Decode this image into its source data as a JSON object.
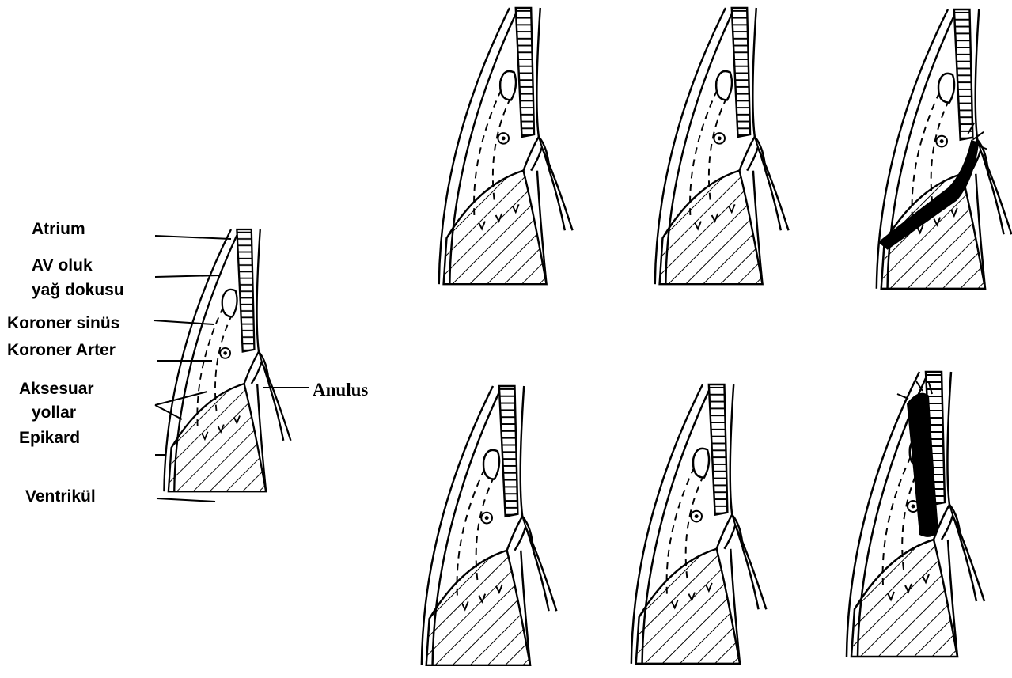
{
  "labels": {
    "atrium": "Atrium",
    "av_oluk": "AV oluk",
    "yag_dokusu": "yağ dokusu",
    "koroner_sinus": "Koroner sinüs",
    "koroner_arter": "Koroner Arter",
    "aksesuar": "Aksesuar",
    "yollar": "yollar",
    "epikard": "Epikard",
    "ventrikul": "Ventrikül",
    "anulus": "Anulus"
  },
  "colors": {
    "ink": "#000000",
    "background": "#ffffff"
  }
}
